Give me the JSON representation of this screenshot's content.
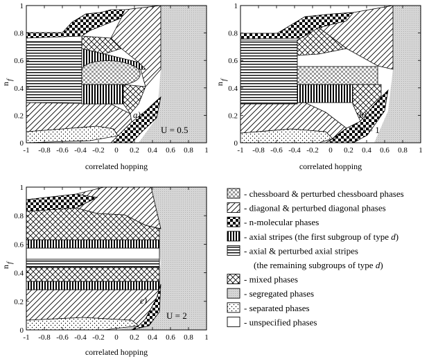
{
  "panels": [
    {
      "id": "a",
      "label": "a)",
      "u_label": "U = 0.5",
      "xlabel": "correlated hopping",
      "ylabel": "n",
      "ylabel_sub": "f",
      "x_ticks": [
        "-1",
        "-0.8",
        "-0.6",
        "-0.4",
        "-0.2",
        "0",
        "0.2",
        "0.4",
        "0.6",
        "0.8",
        "1"
      ],
      "y_ticks": [
        "0",
        "0.2",
        "0.4",
        "0.6",
        "0.8",
        "1"
      ]
    },
    {
      "id": "b",
      "label": "b)",
      "u_label": "U = 1",
      "xlabel": "correlated hopping",
      "ylabel": "n",
      "ylabel_sub": "f",
      "x_ticks": [
        "-1",
        "-0.8",
        "-0.6",
        "-0.4",
        "-0.2",
        "0",
        "0.2",
        "0.4",
        "0.6",
        "0.8",
        "1"
      ],
      "y_ticks": [
        "0",
        "0.2",
        "0.4",
        "0.6",
        "0.8",
        "1"
      ]
    },
    {
      "id": "c",
      "label": "c)",
      "u_label": "U = 2",
      "xlabel": "correlated hopping",
      "ylabel": "n",
      "ylabel_sub": "f",
      "x_ticks": [
        "-1",
        "-0.8",
        "-0.6",
        "-0.4",
        "-0.2",
        "0",
        "0.2",
        "0.4",
        "0.6",
        "0.8",
        "1"
      ],
      "y_ticks": [
        "0",
        "0.2",
        "0.4",
        "0.6",
        "0.8",
        "1"
      ]
    }
  ],
  "legend": [
    {
      "pattern": "chess",
      "text": "- chessboard & perturbed chessboard phases"
    },
    {
      "pattern": "diag",
      "text": "- diagonal & perturbed diagonal phases"
    },
    {
      "pattern": "checker",
      "text": "- n-molecular phases"
    },
    {
      "pattern": "vstripe",
      "text": "- axial stripes (the first subgroup of  type ",
      "italic": "d",
      "close": ")"
    },
    {
      "pattern": "hstripe",
      "text": "- axial & perturbed axial stripes"
    },
    {
      "pattern": "none",
      "text": "(the remaining subgroups of type ",
      "italic": "d",
      "close": ")"
    },
    {
      "pattern": "cross",
      "text": "- mixed phases"
    },
    {
      "pattern": "seg",
      "text": "- segregated phases"
    },
    {
      "pattern": "dots",
      "text": "- separated phases"
    },
    {
      "pattern": "blank",
      "text": "- unspecified phases"
    }
  ]
}
